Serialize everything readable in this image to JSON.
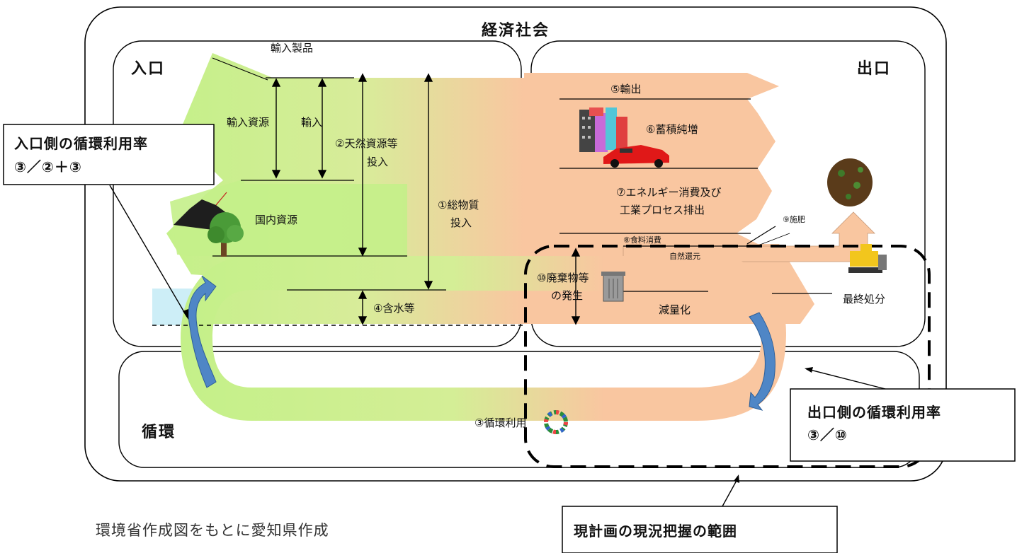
{
  "diagram": {
    "title": "経済社会",
    "regions": {
      "inlet": "入口",
      "outlet": "出口",
      "cycle": "循環"
    },
    "inputs": {
      "imported_products": "輸入製品",
      "imported_resources": "輸入資源",
      "imports": "輸入",
      "natural_resources_l1": "②天然資源等",
      "natural_resources_l2": "投入",
      "domestic_resources": "国内資源",
      "total_material_l1": "①総物質",
      "total_material_l2": "投入",
      "water_content": "④含水等"
    },
    "outputs": {
      "export": "⑤輸出",
      "stock_increase": "⑥蓄積純増",
      "energy_l1": "⑦エネルギー消費及び",
      "energy_l2": "工業プロセス排出",
      "fertilizer": "⑨施肥",
      "food": "⑧食料消費",
      "natural_return": "自然還元",
      "waste_l1": "⑩廃棄物等",
      "waste_l2": "の発生",
      "reduction": "減量化",
      "final_disposal": "最終処分"
    },
    "cycle_use": "③循環利用",
    "callouts": {
      "inlet_rate_l1": "入口側の循環利用率",
      "inlet_rate_l2": "③／②＋③",
      "outlet_rate_l1": "出口側の循環利用率",
      "outlet_rate_l2": "③／⑩",
      "scope": "現計画の現況把握の範囲"
    },
    "caption": "環境省作成図をもとに愛知県作成"
  },
  "colors": {
    "green": "#c6f08a",
    "peach": "#f9c9a2",
    "water": "#cdeef7",
    "arrow_blue": "#4f86c6"
  }
}
